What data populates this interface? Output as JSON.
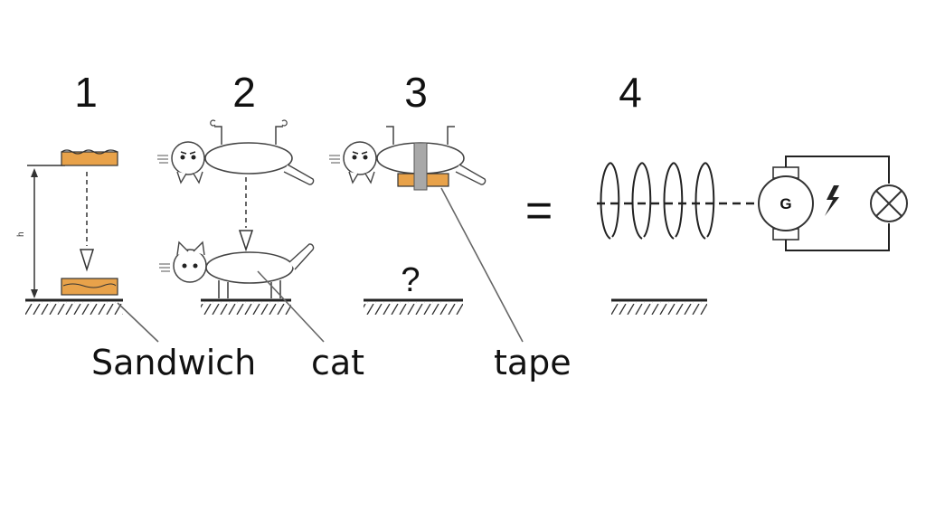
{
  "steps": [
    {
      "number": "1"
    },
    {
      "number": "2"
    },
    {
      "number": "3"
    },
    {
      "number": "4"
    }
  ],
  "equals_sign": "=",
  "question_mark": "?",
  "height_label": "h",
  "generator_label": "G",
  "captions": {
    "sandwich": "Sandwich",
    "cat": "cat",
    "tape": "tape"
  },
  "colors": {
    "toast": "#e8a24a",
    "tape": "#a8a8a8",
    "ink": "#222222"
  }
}
